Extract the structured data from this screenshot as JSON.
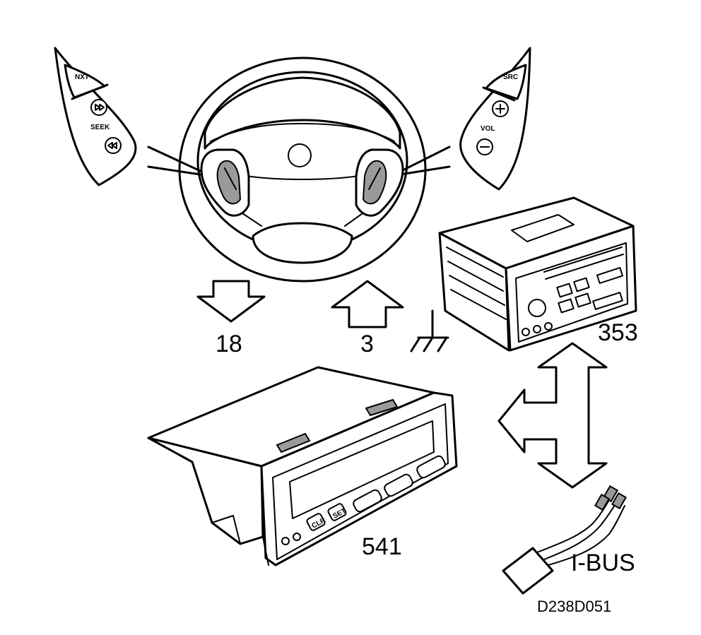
{
  "left_switch": {
    "top": "NXT",
    "middle": "SEEK"
  },
  "right_switch": {
    "top": "SRC",
    "middle": "VOL"
  },
  "signal_out": {
    "label": "18"
  },
  "signal_in": {
    "label": "3"
  },
  "radio": {
    "label": "353"
  },
  "sid": {
    "label": "541",
    "btn1": "CLR",
    "btn2": "SET"
  },
  "bus": {
    "label": "I-BUS"
  },
  "figure_code": "D238D051"
}
